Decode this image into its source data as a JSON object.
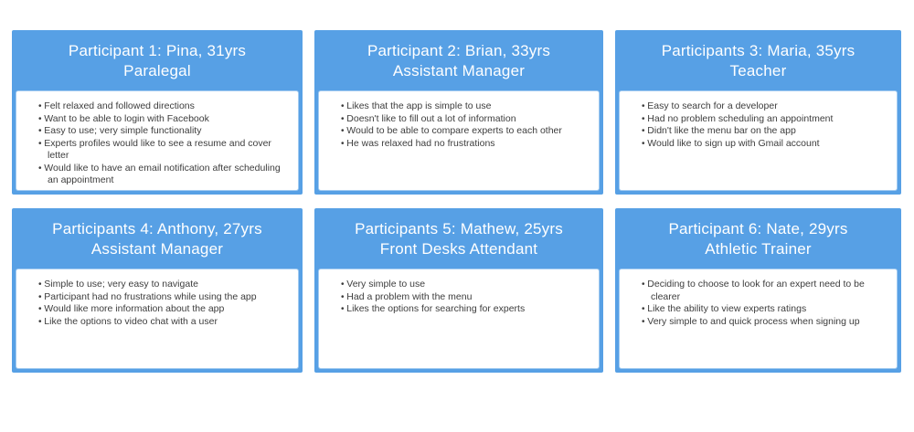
{
  "colors": {
    "card_blue": "#57a0e5",
    "header_text": "#ffffff",
    "body_text": "#3d3d3d",
    "page_background": "#ffffff"
  },
  "cards": [
    {
      "title": "Participant 1: Pina, 31yrs",
      "role": "Paralegal",
      "bullets": [
        "Felt relaxed and followed directions",
        "Want to be able to login with Facebook",
        "Easy to use; very simple functionality",
        "Experts profiles would like to see a resume and cover letter",
        "Would like to have an email notification after scheduling an appointment"
      ]
    },
    {
      "title": "Participant 2: Brian, 33yrs",
      "role": "Assistant Manager",
      "bullets": [
        "Likes that the app is simple to use",
        "Doesn't like to fill out a lot of information",
        "Would to be able to compare experts to each other",
        "He was relaxed had no frustrations"
      ]
    },
    {
      "title": "Participants 3: Maria, 35yrs",
      "role": "Teacher",
      "bullets": [
        "Easy to search for a developer",
        "Had no problem scheduling an appointment",
        "Didn't like the menu bar on the app",
        "Would like to sign up with Gmail account"
      ]
    },
    {
      "title": "Participants 4: Anthony, 27yrs",
      "role": "Assistant Manager",
      "bullets": [
        "Simple to use; very easy to navigate",
        "Participant had no frustrations while using the app",
        "Would like more information about the app",
        "Like the options to video chat with a user"
      ]
    },
    {
      "title": "Participants 5: Mathew, 25yrs",
      "role": "Front Desks Attendant",
      "bullets": [
        "Very simple to use",
        "Had a problem with the menu",
        "Likes the options for searching for experts"
      ]
    },
    {
      "title": "Participant 6:  Nate, 29yrs",
      "role": "Athletic Trainer",
      "bullets": [
        "Deciding to choose to look for an expert need to be clearer",
        "Like the ability to view experts ratings",
        "Very simple to and quick process when signing up"
      ]
    }
  ]
}
